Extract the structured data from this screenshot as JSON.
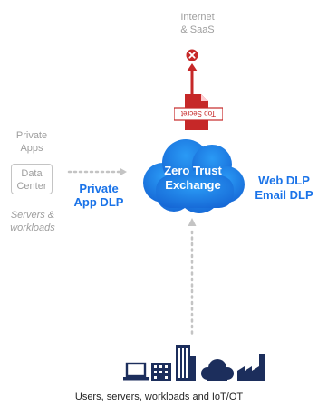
{
  "internet": {
    "line1": "Internet",
    "line2": "& SaaS"
  },
  "document": {
    "stamp": "Top Secret"
  },
  "private_apps": {
    "line1": "Private",
    "line2": "Apps"
  },
  "data_center": {
    "line1": "Data",
    "line2": "Center"
  },
  "servers": {
    "line1": "Servers &",
    "line2": "workloads"
  },
  "private_app_dlp": {
    "line1": "Private",
    "line2": "App DLP"
  },
  "cloud": {
    "line1": "Zero Trust",
    "line2": "Exchange"
  },
  "web_dlp": {
    "line1": "Web DLP",
    "line2": "Email DLP"
  },
  "footer_caption": "Users, servers, workloads and IoT/OT",
  "colors": {
    "cloud": "#1e88e5",
    "accent_blue": "#1a73e8",
    "arrow_red": "#c62828",
    "icon_navy": "#1c2e5c",
    "muted_gray": "#9e9e9e"
  },
  "icons": [
    "block-icon",
    "document-icon",
    "laptop-icon",
    "office-building-icon",
    "skyscraper-icon",
    "cloud-icon",
    "factory-icon"
  ]
}
